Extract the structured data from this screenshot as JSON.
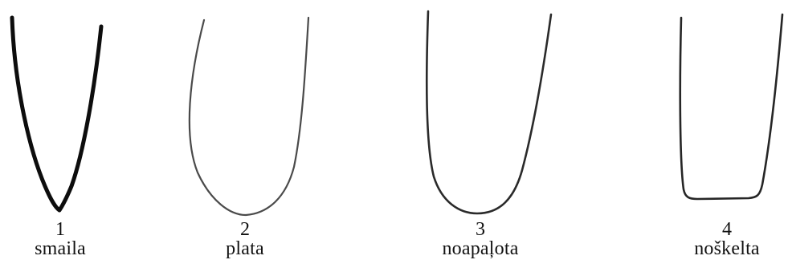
{
  "items": [
    {
      "number": "1",
      "name": "smaila"
    },
    {
      "number": "2",
      "name": "plata"
    },
    {
      "number": "3",
      "name": "noapaļota"
    },
    {
      "number": "4",
      "name": "noškelta"
    }
  ]
}
